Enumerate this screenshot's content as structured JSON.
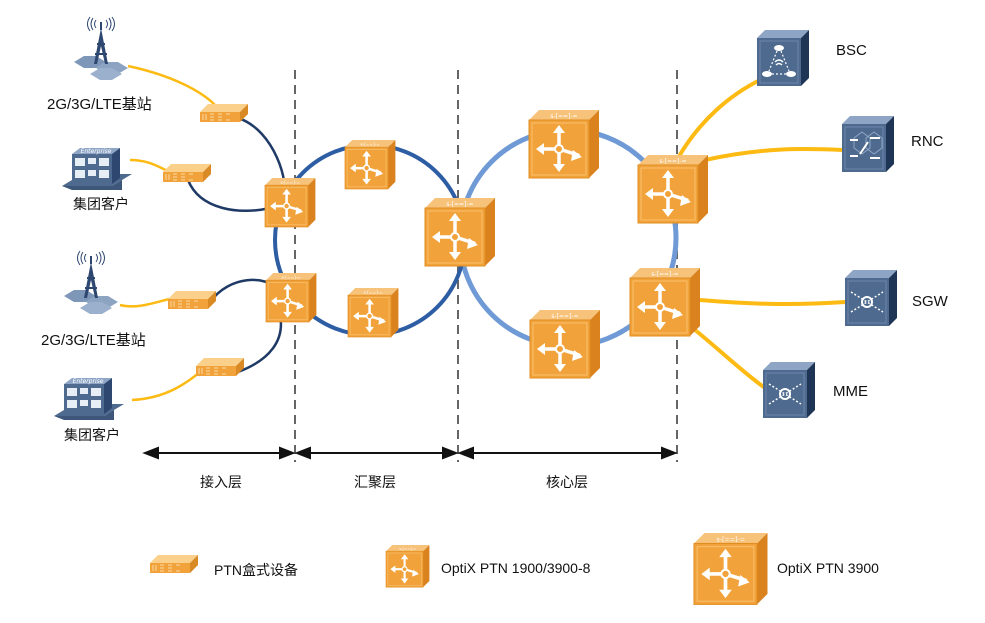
{
  "colors": {
    "yellow_link": "#FDBA12",
    "dark_ring": "#1F3A66",
    "agg_ring": "#2D5DA3",
    "core_ring": "#6F9AD6",
    "divider": "#666666",
    "device_orange": "#F2A23A",
    "device_blue": "#4E6A8E"
  },
  "access_sites": [
    {
      "label": "2G/3G/LTE基站",
      "icon": "cell-tower-icon"
    },
    {
      "label": "集团客户",
      "icon": "enterprise-building-icon"
    },
    {
      "label": "2G/3G/LTE基站",
      "icon": "cell-tower-icon"
    },
    {
      "label": "集团客户",
      "icon": "enterprise-building-icon"
    }
  ],
  "core_peers": [
    {
      "label": "BSC",
      "icon": "bsc-icon"
    },
    {
      "label": "RNC",
      "icon": "rnc-icon"
    },
    {
      "label": "SGW",
      "icon": "sgw-icon"
    },
    {
      "label": "MME",
      "icon": "mme-icon"
    }
  ],
  "layers": [
    {
      "label": "接入层"
    },
    {
      "label": "汇聚层"
    },
    {
      "label": "核心层"
    }
  ],
  "legend": [
    {
      "label": "PTN盒式设备",
      "icon": "ptn-box-device-icon"
    },
    {
      "label": "OptiX PTN 1900/3900-8",
      "icon": "optix-ptn-1900-icon"
    },
    {
      "label": "OptiX PTN 3900",
      "icon": "optix-ptn-3900-icon"
    }
  ]
}
